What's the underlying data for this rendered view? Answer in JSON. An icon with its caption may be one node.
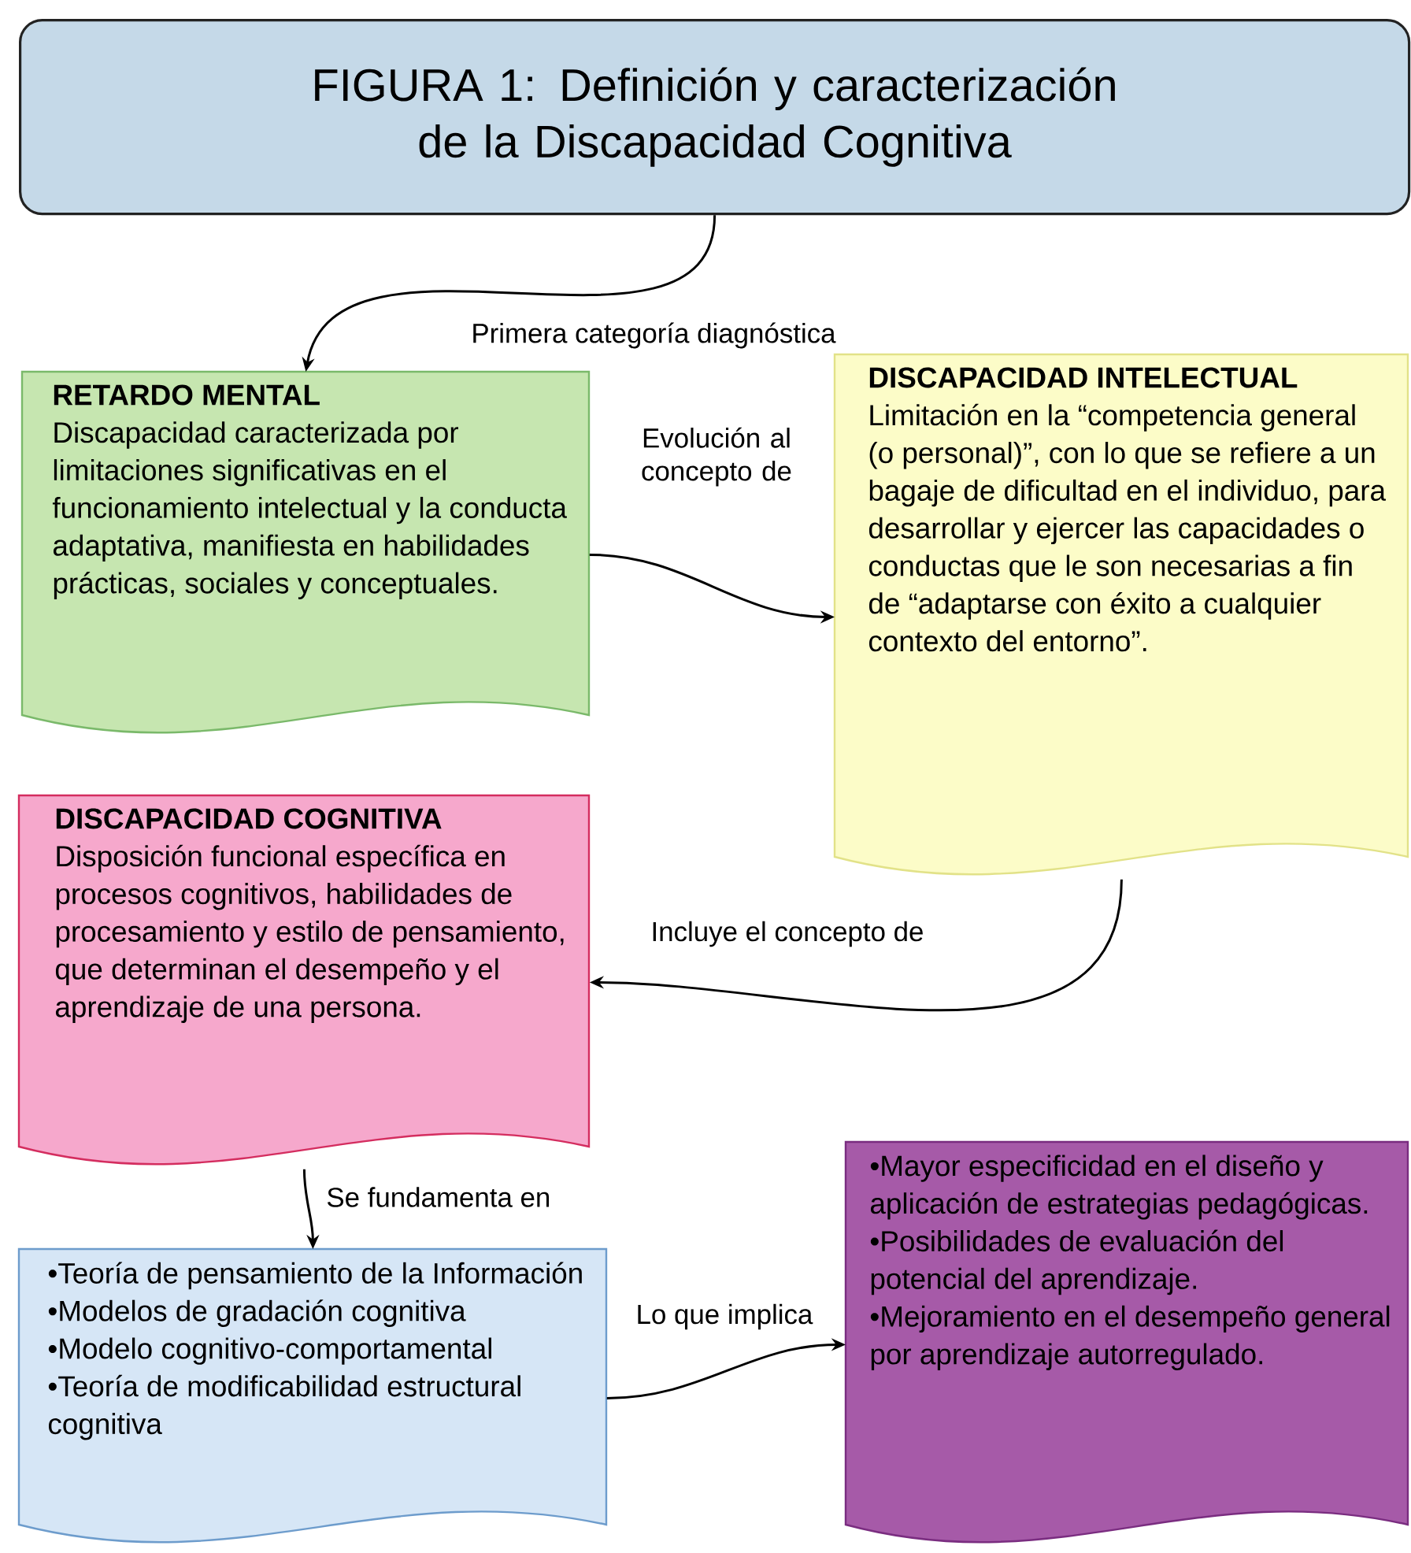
{
  "diagram": {
    "nodes": [
      {
        "text": [
          "FIGURA 1: Definición y caracterización de la Discapacidad Cognitiva"
        ]
      },
      {
        "text": [
          "RETARDO MENTAL",
          "Discapacidad caracterizada por limitaciones significativas en el funcionamiento intelectual y la conducta adaptativa, manifiesta en habilidades prácticas, sociales y conceptuales."
        ]
      },
      {
        "text": [
          "DISCAPACIDAD INTELECTUAL",
          "Limitación en la “competencia general (o personal)”, con lo que se refiere a un bagaje de dificultad en el individuo, para desarrollar y ejercer las capacidades o conductas que le son necesarias a fin de “adaptarse con éxito a cualquier contexto del entorno”."
        ]
      },
      {
        "text": [
          "DISCAPACIDAD COGNITIVA",
          "Disposición funcional específica en procesos cognitivos, habilidades de procesamiento y estilo de pensamiento, que determinan el desempeño y el aprendizaje de una persona."
        ]
      },
      {
        "text": [
          "•Teoría de pensamiento de la Información",
          "•Modelos de gradación cognitiva",
          "•Modelo cognitivo-comportamental",
          "•Teoría de modificabilidad estructural cognitiva"
        ]
      },
      {
        "text": [
          "•Mayor especificidad en el diseño y aplicación de estrategias pedagógicas.",
          "•Posibilidades de evaluación del potencial del aprendizaje.",
          "•Mejoramiento en el desempeño general por aprendizaje autorregulado."
        ]
      }
    ],
    "edges": [
      {
        "from": 0,
        "to": 1,
        "arrow": "to",
        "label": "Primera categoría diagnóstica"
      },
      {
        "from": 1,
        "to": 2,
        "arrow": "to",
        "label": "Evolución al concepto de"
      },
      {
        "from": 2,
        "to": 3,
        "arrow": "to",
        "label": "Incluye el concepto de"
      },
      {
        "from": 3,
        "to": 4,
        "arrow": "to",
        "label": "Se fundamenta en"
      },
      {
        "from": 4,
        "to": 5,
        "arrow": "to",
        "label": "Lo que implica"
      }
    ]
  }
}
